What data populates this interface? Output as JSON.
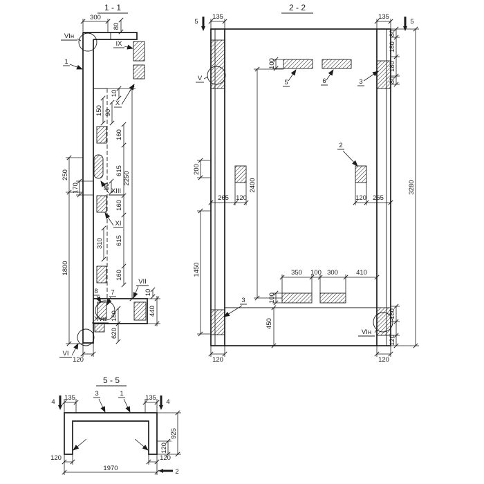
{
  "colors": {
    "ink": "#1c1c1c",
    "background": "#ffffff"
  },
  "s11": {
    "title": "1 - 1",
    "marks": {
      "vin": "VIн",
      "ix": "IX",
      "x": "X",
      "xiii": "XIII",
      "xi": "XI",
      "vii": "VII",
      "xvn": "XVн",
      "vi": "VI"
    },
    "items": {
      "i1": "1",
      "i7": "7",
      "i8": "8"
    },
    "dims": {
      "d300": "300",
      "d80": "80",
      "d250": "250",
      "d1800": "1800",
      "d170": "170",
      "d120": "120",
      "d10a": "10",
      "d150": "150",
      "d90": "90",
      "d160a": "160",
      "d615a": "615",
      "d50": "50",
      "d160b": "160",
      "d615b": "615",
      "d160c": "160",
      "d310": "310",
      "d2250": "2250",
      "d10b": "10",
      "d180": "180",
      "d620": "620",
      "d440": "440"
    }
  },
  "s22": {
    "title": "2 - 2",
    "marks": {
      "v": "V",
      "vin": "VIн"
    },
    "items": {
      "i5": "5",
      "i6": "6",
      "i3a": "3",
      "i2": "2",
      "i3b": "3"
    },
    "cuts": {
      "c5l": "5",
      "c5r": "5"
    },
    "dims": {
      "d135l": "135",
      "d135r": "135",
      "d80a": "80",
      "d180a": "180",
      "d180b": "180",
      "d80b": "80",
      "d3280": "3280",
      "d200": "200",
      "d1450": "1450",
      "d2400": "2400",
      "d100a": "100",
      "d100b": "100",
      "d265l": "265",
      "d120l": "120",
      "d120r": "120",
      "d265r": "265",
      "d350": "350",
      "d100c": "100",
      "d300": "300",
      "d410": "410",
      "d450": "450",
      "d180c": "180",
      "d120rb": "120",
      "d120bl": "120",
      "d120br": "120"
    }
  },
  "s55": {
    "title": "5 - 5",
    "items": {
      "i3": "3",
      "i1": "1"
    },
    "cuts": {
      "c4l": "4",
      "c4r": "4",
      "c2": "2"
    },
    "dims": {
      "d135l": "135",
      "d135r": "135",
      "d120l": "120",
      "d1970": "1970",
      "d120r": "120",
      "d120v": "120",
      "d925": "925"
    }
  }
}
